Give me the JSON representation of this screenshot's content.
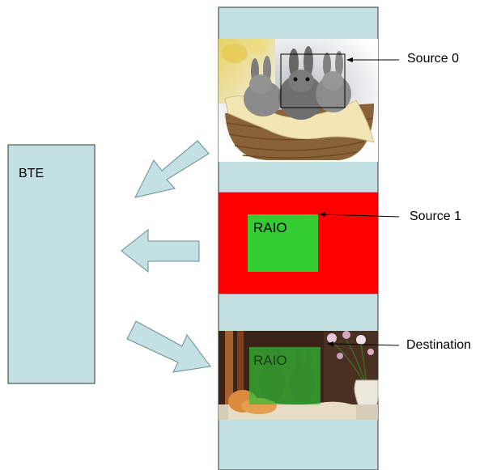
{
  "bte_block": {
    "label": "BTE"
  },
  "memory": {
    "source0": {
      "label": "Source 0"
    },
    "source1": {
      "label": "Source 1",
      "text": "RAIO"
    },
    "destination": {
      "label": "Destination",
      "text": "RAIO"
    }
  },
  "colors": {
    "panel": "#c3e1e2",
    "arrow": "#c3e1e2",
    "source1_bg": "#ff0000",
    "raio_box": "#33cc33",
    "dest_overlay": "#33bb33"
  }
}
